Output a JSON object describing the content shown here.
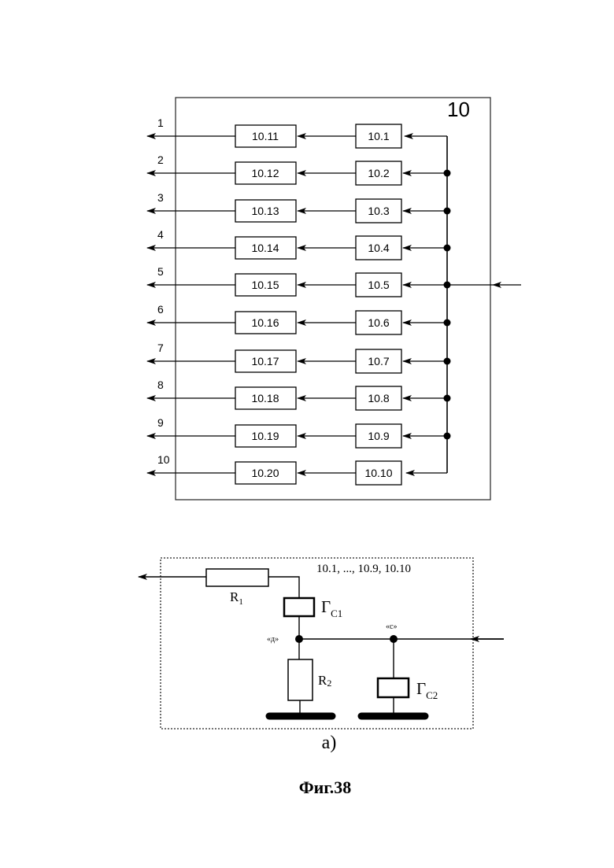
{
  "top_block": {
    "label": "10",
    "outputs": [
      "1",
      "2",
      "3",
      "4",
      "5",
      "6",
      "7",
      "8",
      "9",
      "10"
    ],
    "left_boxes": [
      "10.11",
      "10.12",
      "10.13",
      "10.14",
      "10.15",
      "10.16",
      "10.17",
      "10.18",
      "10.19",
      "10.20"
    ],
    "right_boxes": [
      "10.1",
      "10.2",
      "10.3",
      "10.4",
      "10.5",
      "10.6",
      "10.7",
      "10.8",
      "10.9",
      "10.10"
    ]
  },
  "circuit": {
    "title": "10.1,  ..., 10.9, 10.10",
    "r1": "R",
    "r1_sub": "1",
    "r2": "R",
    "r2_sub": "2",
    "gc1": "Г",
    "gc1_sub": "С1",
    "gc2": "Г",
    "gc2_sub": "С2",
    "node_d": "«д»",
    "node_c": "«с»",
    "caption": "а)"
  },
  "figure_caption": "Фиг.38"
}
